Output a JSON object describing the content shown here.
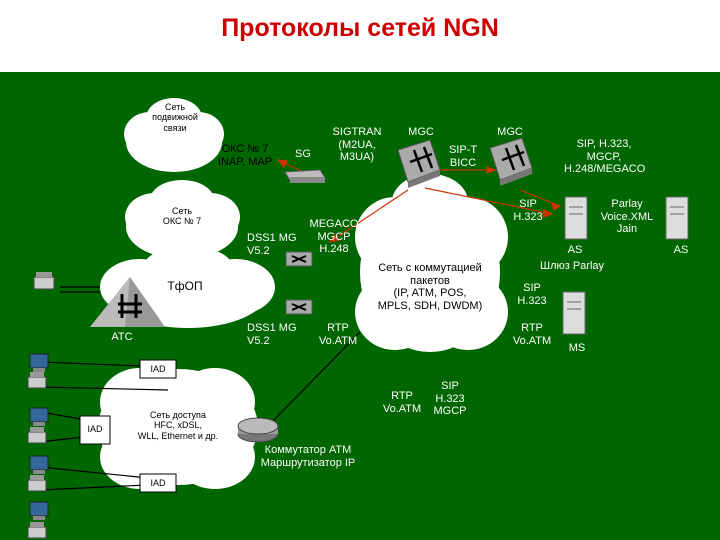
{
  "title": "Протоколы сетей NGN",
  "colors": {
    "title": "#cc0000",
    "background": "#006600",
    "cloud": "#ffffff",
    "arrow": "#cc3300"
  },
  "labels": {
    "mobile_net": "Сеть\nподвижной\nсвязи",
    "oks_map": "ОКС № 7\nINAP, MAP",
    "sg": "SG",
    "sigtran": "SIGTRAN\n(M2UA,\nM3UA)",
    "mgc_left": "MGC",
    "sip_t_bicc": "SIP-T\nBICC",
    "mgc_right": "MGC",
    "sip_h323_mgcp": "SIP, H.323,\nMGCP,\nH.248/MEGACO",
    "sip_h323_top": "SIP\nH.323",
    "oks7_net": "Сеть\nОКС № 7",
    "dss1_mg_top": "DSS1 MG\nV5.2",
    "megaco": "MEGACO\nMGCP\nH.248",
    "packet_net": "Сеть с коммутацией\nпакетов\n(IP, ATM, POS,\nMPLS, SDH, DWDM)",
    "parlay": "Parlay\nVoice.XML\nJain",
    "as_left": "AS",
    "as_right": "AS",
    "gateway_parlay": "Шлюз Parlay",
    "tfop": "ТфОП",
    "sip_h323_mid": "SIP\nH.323",
    "ats": "АТС",
    "dss1_mg_bottom": "DSS1 MG\nV5.2",
    "rtp_voatm_mid": "RTP\nVo.ATM",
    "rtp_voatm_right": "RTP\nVo.ATM",
    "ms": "MS",
    "iad_top": "IAD",
    "iad_left": "IAD",
    "iad_bottom": "IAD",
    "access_net": "Сеть доступа\nHFC, xDSL,\nWLL, Ethernet и др.",
    "rtp_voatm_bottom": "RTP\nVo.ATM",
    "sip_h323_mgcp_bottom": "SIP\nH.323\nMGCP",
    "atm_router": "Коммутатор АТМ\nМаршрутизатор IP"
  }
}
